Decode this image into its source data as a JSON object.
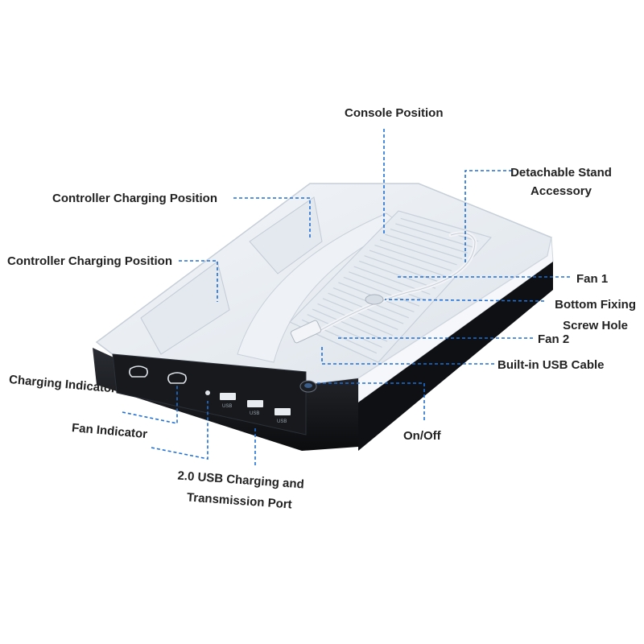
{
  "labels": {
    "console_position": "Console Position",
    "detachable_stand_line1": "Detachable Stand",
    "detachable_stand_line2": "Accessory",
    "controller_charging_top": "Controller Charging Position",
    "controller_charging_left": "Controller Charging Position",
    "fan_1": "Fan 1",
    "bottom_fixing_line1": "Bottom Fixing",
    "bottom_fixing_line2": "Screw Hole",
    "fan_2": "Fan 2",
    "builtin_usb_cable": "Built-in USB Cable",
    "charging_indicator": "Charging Indicator",
    "fan_indicator": "Fan Indicator",
    "on_off": "On/Off",
    "usb_port_line1": "2.0 USB Charging and",
    "usb_port_line2": "Transmission Port"
  },
  "ports": {
    "usb_text": "USB"
  },
  "colors": {
    "leader_line": "#1f6fd6",
    "label_text": "#222222",
    "body_white": "#e9edf2",
    "body_black": "#15171b",
    "vent": "#c9d1da"
  }
}
